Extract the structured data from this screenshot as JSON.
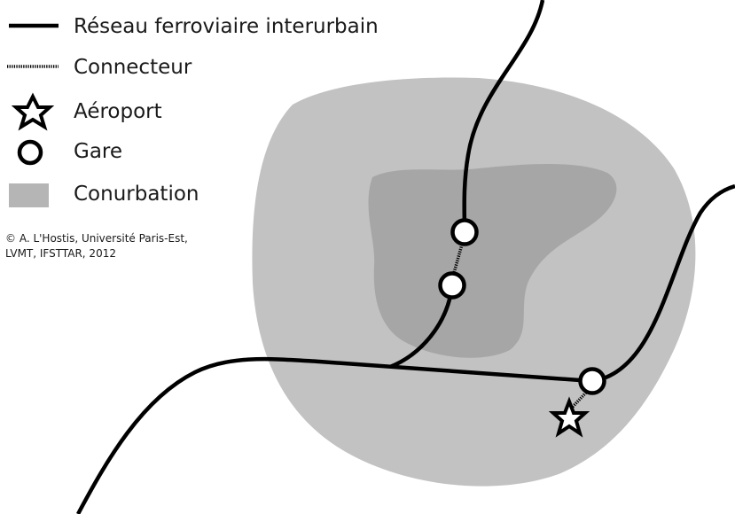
{
  "legend": {
    "items": [
      {
        "key": "rail",
        "label": "Réseau ferroviaire interurbain"
      },
      {
        "key": "connector",
        "label": "Connecteur"
      },
      {
        "key": "airport",
        "label": "Aéroport"
      },
      {
        "key": "station",
        "label": "Gare"
      },
      {
        "key": "conurbation",
        "label": "Conurbation"
      }
    ]
  },
  "credit": {
    "line1": "© A. L'Hostis, Université Paris-Est,",
    "line2": "LVMT, IFSTTAR,  2012"
  },
  "colors": {
    "line": "#000000",
    "conurbation_outer": "#c2c2c2",
    "conurbation_inner": "#a6a6a6",
    "station_fill": "#ffffff",
    "background": "#ffffff"
  },
  "icons": {
    "airport": "star-icon",
    "station": "circle-icon"
  }
}
